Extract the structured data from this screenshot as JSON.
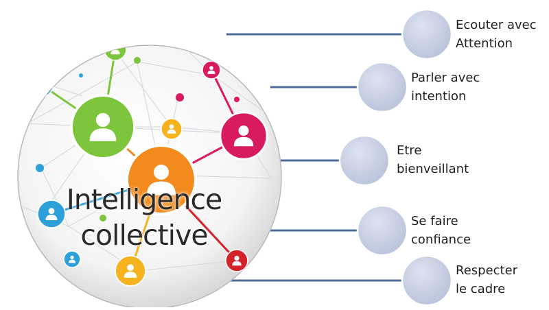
{
  "hub": {
    "title_line1": "Intelligence",
    "title_line2": "collective"
  },
  "colors": {
    "connector": "#4d6b95",
    "node_fill": "#c9d1e3",
    "node_stroke": "#ffffff",
    "green": "#7dc53d",
    "orange": "#f28a1c",
    "pink": "#d81b5e",
    "blue": "#2d9fd9",
    "teal": "#1d9fb5",
    "yellow": "#f5b31f",
    "red": "#d2232a"
  },
  "items": [
    {
      "line1": "Ecouter avec",
      "line2": "Attention"
    },
    {
      "line1": "Parler avec",
      "line2": "intention"
    },
    {
      "line1": "Etre",
      "line2": "bienveillant"
    },
    {
      "line1": "Se faire",
      "line2": "confiance"
    },
    {
      "line1": "Respecter",
      "line2": "le cadre"
    }
  ]
}
